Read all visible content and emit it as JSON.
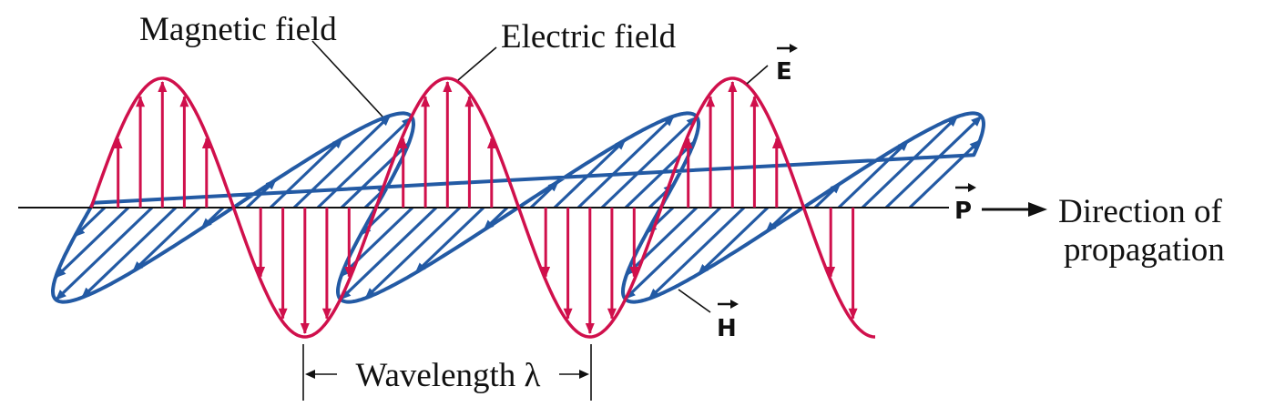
{
  "labels": {
    "magnetic_field": "Magnetic field",
    "electric_field": "Electric field",
    "e_vector": "E",
    "h_vector": "H",
    "p_vector": "P",
    "direction_line1": "Direction of",
    "direction_line2": "propagation",
    "wavelength": "Wavelength λ"
  },
  "colors": {
    "electric": "#d0104c",
    "magnetic": "#235aa4",
    "axis": "#111111"
  }
}
